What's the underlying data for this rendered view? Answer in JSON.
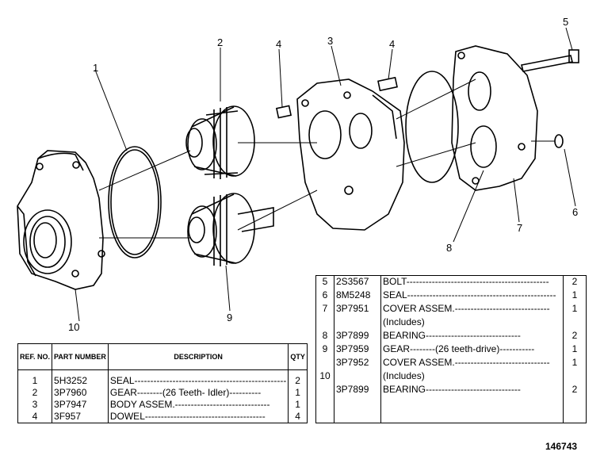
{
  "callouts": [
    "1",
    "2",
    "3",
    "4",
    "4",
    "5",
    "6",
    "7",
    "8",
    "9",
    "10"
  ],
  "left_table": {
    "headers": {
      "ref": "REF. NO.",
      "part": "PART NUMBER",
      "desc": "DESCRIPTION",
      "qty": "QTY"
    },
    "rows": [
      {
        "ref": "1",
        "part": "5H3252",
        "desc": "SEAL------------------------------------------------",
        "qty": "2"
      },
      {
        "ref": "2",
        "part": "3P7960",
        "desc": "GEAR--------(26 Teeth- Idler)----------",
        "qty": "1"
      },
      {
        "ref": "3",
        "part": "3P7947",
        "desc": "BODY ASSEM.------------------------------",
        "qty": "1"
      },
      {
        "ref": "4",
        "part": "3F957",
        "desc": "    DOWEL--------------------------------------",
        "qty": "4"
      }
    ]
  },
  "right_table": {
    "rows": [
      {
        "ref": "5",
        "part": "2S3567",
        "desc": "BOLT---------------------------------------------",
        "qty": "2"
      },
      {
        "ref": "6",
        "part": "8M5248",
        "desc": "SEAL-----------------------------------------------",
        "qty": "1"
      },
      {
        "ref": "7",
        "part": "3P7951",
        "desc": "COVER ASSEM.------------------------------",
        "qty": "1"
      },
      {
        "ref": "",
        "part": "",
        "desc": "    (Includes)",
        "qty": ""
      },
      {
        "ref": "8",
        "part": "3P7899",
        "desc": "        BEARING------------------------------",
        "qty": "2"
      },
      {
        "ref": "9",
        "part": "3P7959",
        "desc": "GEAR--------(26 teeth-drive)-----------",
        "qty": "1"
      },
      {
        "ref": "",
        "part": "3P7952",
        "desc": "COVER ASSEM.------------------------------",
        "qty": "1"
      },
      {
        "ref": "10",
        "part": "",
        "desc": "    (Includes)",
        "qty": ""
      },
      {
        "ref": "",
        "part": "3P7899",
        "desc": "        BEARING------------------------------",
        "qty": "2"
      }
    ]
  },
  "drawing_number": "146743"
}
